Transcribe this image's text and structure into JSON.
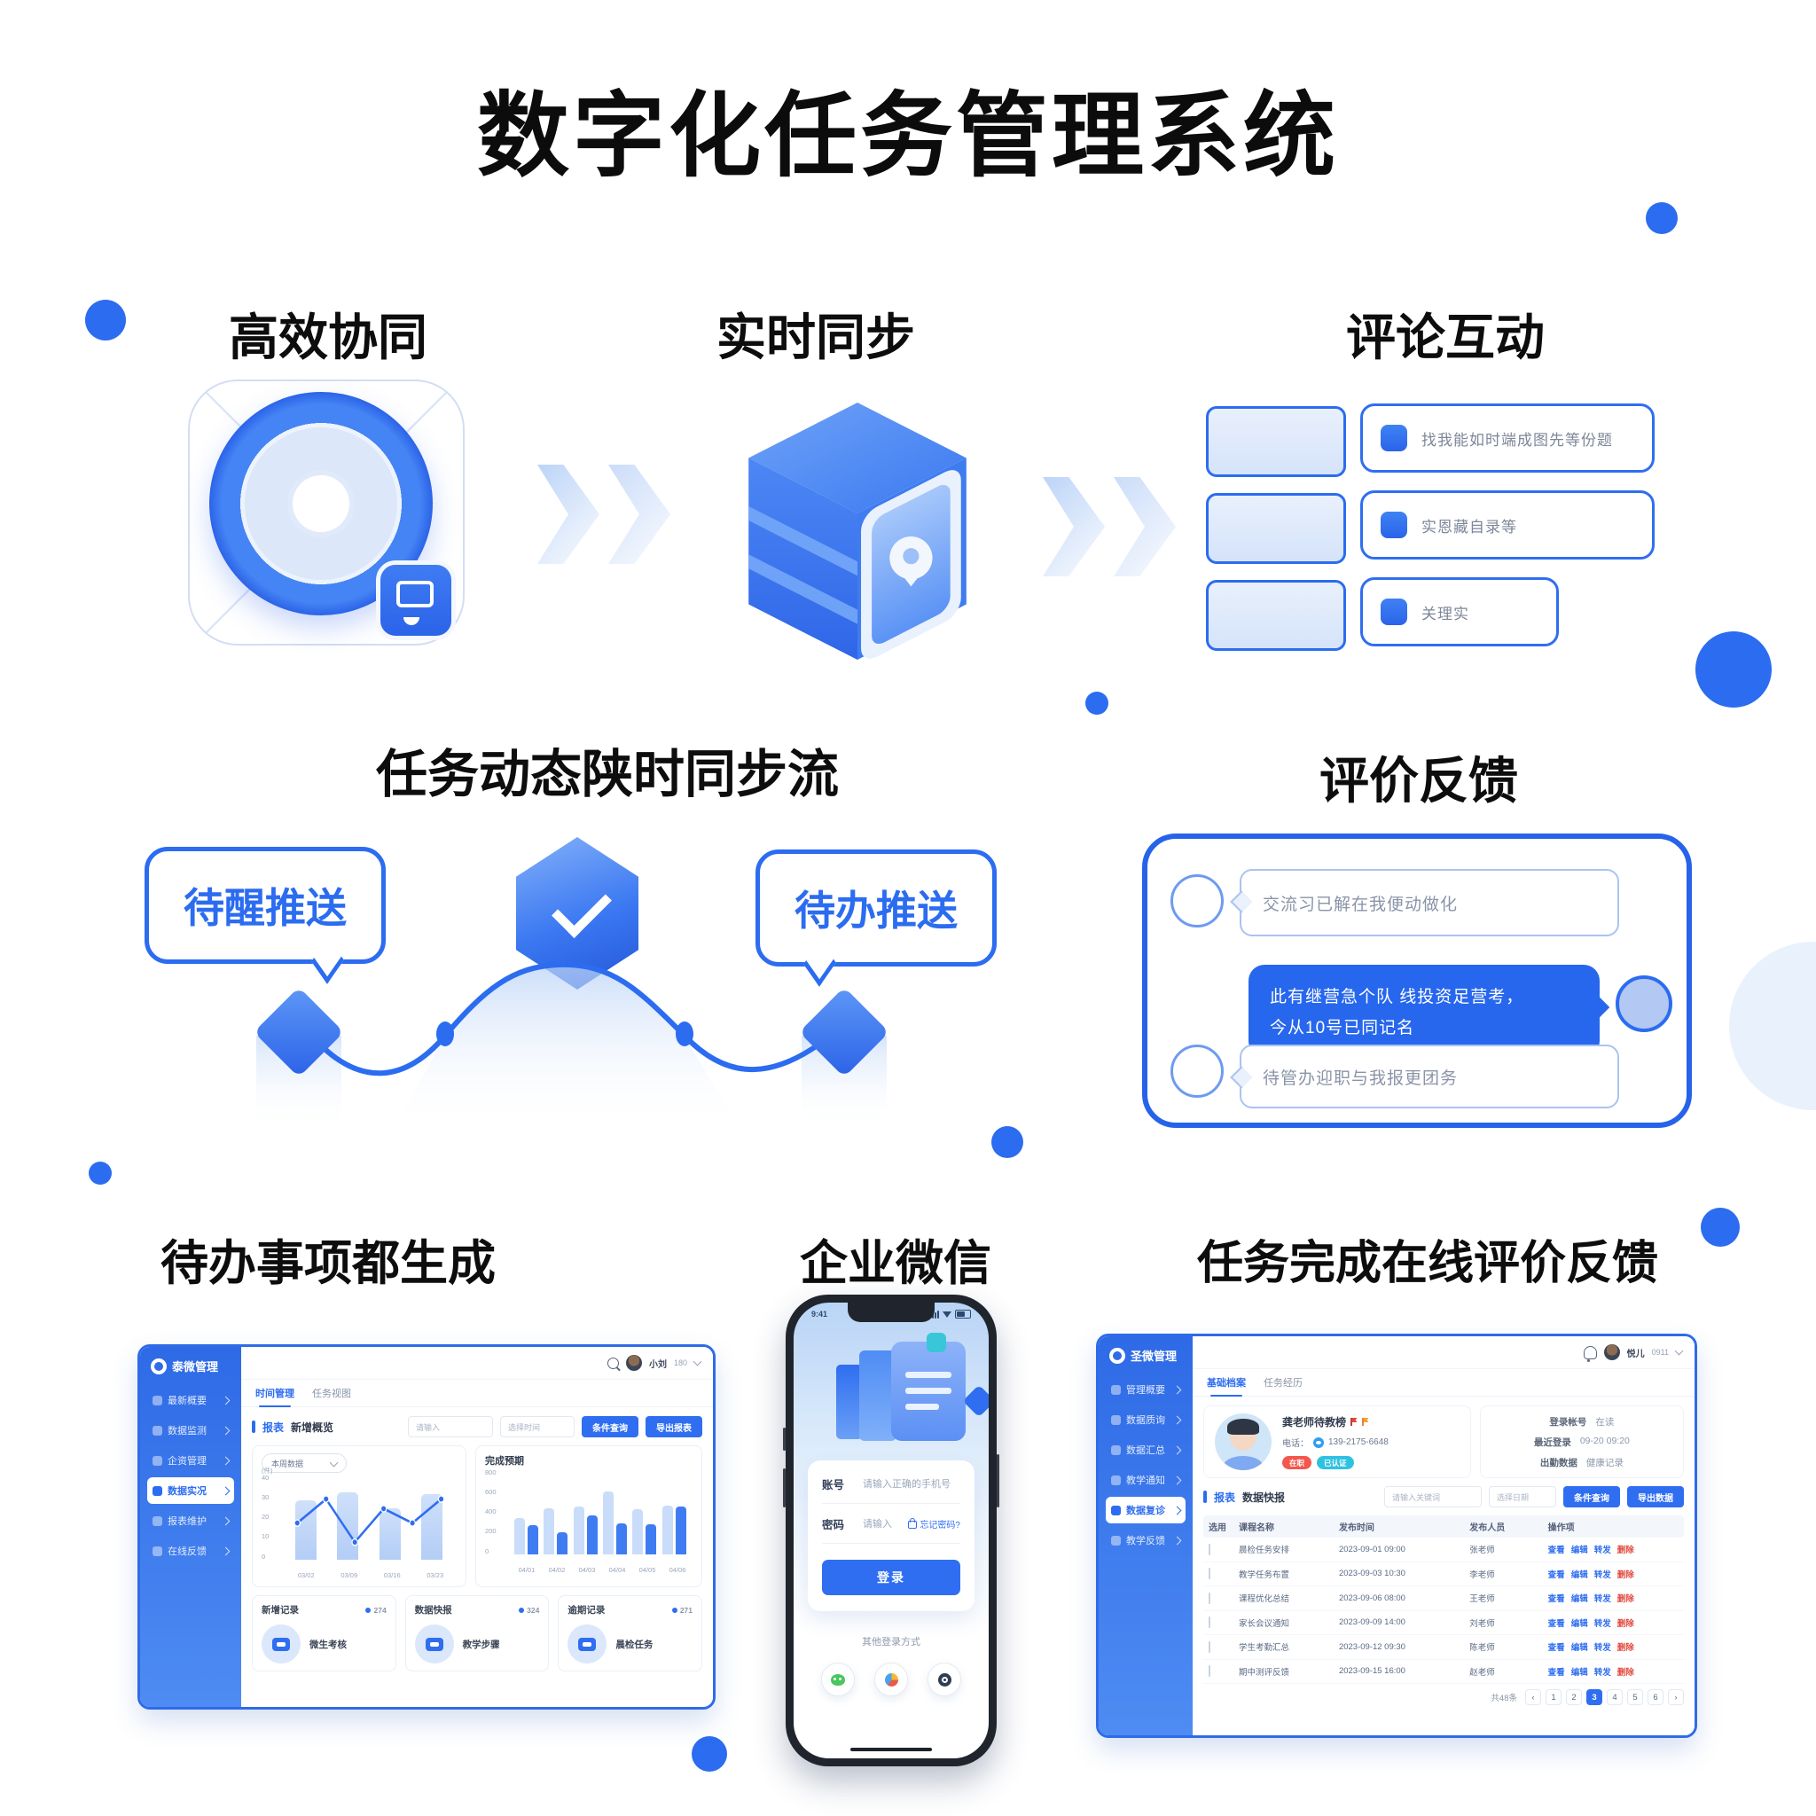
{
  "accent": "#2b6cf0",
  "title": "数字化任务管理系统",
  "features": {
    "f1": "高效协同",
    "f2": "实时同步",
    "f3": "评论互动"
  },
  "comment_panel": {
    "items": [
      {
        "text": "找我能如时端成图先等份题"
      },
      {
        "text": "实恩藏自录等"
      },
      {
        "text": "关理实"
      }
    ]
  },
  "flow": {
    "heading": "任务动态陕时同步流",
    "bubble_left": "待醒推送",
    "bubble_right": "待办推送"
  },
  "feedback": {
    "heading": "评价反馈",
    "msg1": "交流习已解在我便动做化",
    "msg2a": "此有继营急个队 线投资足营考，",
    "msg2b": "今从10号已同记名",
    "msg3": "待管办迎职与我报更团务"
  },
  "bottom_headings": {
    "left": "待办事项都生成",
    "mid": "企业微信",
    "right": "任务完成在线评价反馈"
  },
  "dash_left": {
    "logo": "泰微管理",
    "nav": [
      {
        "label": "最新概要",
        "cls": ""
      },
      {
        "label": "数据监测",
        "cls": ""
      },
      {
        "label": "企资管理",
        "cls": ""
      },
      {
        "label": "数据实况",
        "cls": "active"
      },
      {
        "label": "报表维护",
        "cls": ""
      },
      {
        "label": "在线反馈",
        "cls": ""
      }
    ],
    "user": {
      "name": "小刘",
      "num": "180"
    },
    "tabs": {
      "t1": "时间管理",
      "t2": "任务视图"
    },
    "panel": {
      "prefix": "报表",
      "title": "新增概览",
      "search_ph": "请输入",
      "date_ph": "选择时间",
      "btn1": "条件查询",
      "btn2": "导出报表"
    },
    "chart1": {
      "select": "本周数据",
      "unit": "(件)",
      "yticks": [
        "40",
        "30",
        "20",
        "10",
        "0"
      ],
      "xticks": [
        "03/02",
        "03/09",
        "03/16",
        "03/23"
      ],
      "bars": [
        75,
        85,
        65,
        82
      ],
      "line": [
        29,
        34,
        25,
        32,
        29,
        34
      ]
    },
    "chart2": {
      "title": "完成预期",
      "yticks": [
        "800",
        "600",
        "400",
        "200",
        "0"
      ],
      "xticks": [
        "04/01",
        "04/02",
        "04/03",
        "04/04",
        "04/05",
        "04/06"
      ],
      "light": [
        46,
        58,
        60,
        79,
        57,
        61
      ],
      "dark": [
        37,
        28,
        49,
        39,
        38,
        60
      ]
    },
    "cards": [
      {
        "title": "新增记录",
        "count": "274",
        "label": "微生考核"
      },
      {
        "title": "数据快报",
        "count": "324",
        "label": "教学步骤"
      },
      {
        "title": "逾期记录",
        "count": "271",
        "label": "晨检任务"
      }
    ]
  },
  "phone": {
    "time": "9:41",
    "account_label": "账号",
    "account_ph": "请输入正确的手机号",
    "password_label": "密码",
    "password_ph": "请输入",
    "forgot": "忘记密码?",
    "login": "登录",
    "divider": "其他登录方式"
  },
  "dash_right": {
    "logo": "圣微管理",
    "nav": [
      {
        "label": "管理概要",
        "cls": ""
      },
      {
        "label": "数据质询",
        "cls": ""
      },
      {
        "label": "数据汇总",
        "cls": ""
      },
      {
        "label": "教学通知",
        "cls": ""
      },
      {
        "label": "数据复诊",
        "cls": "active"
      },
      {
        "label": "教学反馈",
        "cls": ""
      }
    ],
    "user": {
      "name": "悦儿",
      "num": "0911"
    },
    "tabs": {
      "t1": "基础档案",
      "t2": "任务经历"
    },
    "profile": {
      "name": "龚老师待教榜",
      "phone_label": "电话：",
      "phone": "139-2175-6648",
      "badge1": "在职",
      "badge2": "已认证",
      "info": [
        {
          "k": "登录帐号",
          "v": "在读"
        },
        {
          "k": "最近登录",
          "v": "09-20 09:20"
        },
        {
          "k": "出勤数据",
          "v": "健康记录"
        }
      ]
    },
    "table": {
      "prefix": "报表",
      "title": "数据快报",
      "search_ph": "请输入关键词",
      "select": "选择日期",
      "btn1": "条件查询",
      "btn2": "导出数据",
      "headers": [
        "选用",
        "课程名称",
        "发布时间",
        "发布人员",
        "操作项"
      ],
      "actions": [
        "查看",
        "编辑",
        "转发",
        "删除"
      ],
      "rows": [
        {
          "name": "晨检任务安排",
          "dt": "2023-09-01 09:00",
          "by": "张老师"
        },
        {
          "name": "教学任务布置",
          "dt": "2023-09-03 10:30",
          "by": "李老师"
        },
        {
          "name": "课程优化总结",
          "dt": "2023-09-06 08:00",
          "by": "王老师"
        },
        {
          "name": "家长会议通知",
          "dt": "2023-09-09 14:00",
          "by": "刘老师"
        },
        {
          "name": "学生考勤汇总",
          "dt": "2023-09-12 09:30",
          "by": "陈老师"
        },
        {
          "name": "期中测评反馈",
          "dt": "2023-09-15 16:00",
          "by": "赵老师"
        }
      ]
    },
    "pagination": {
      "total": "共48条",
      "items": [
        {
          "t": "‹",
          "cls": ""
        },
        {
          "t": "1",
          "cls": ""
        },
        {
          "t": "2",
          "cls": ""
        },
        {
          "t": "3",
          "cls": "active"
        },
        {
          "t": "4",
          "cls": ""
        },
        {
          "t": "5",
          "cls": ""
        },
        {
          "t": "6",
          "cls": ""
        },
        {
          "t": "›",
          "cls": ""
        }
      ]
    }
  }
}
